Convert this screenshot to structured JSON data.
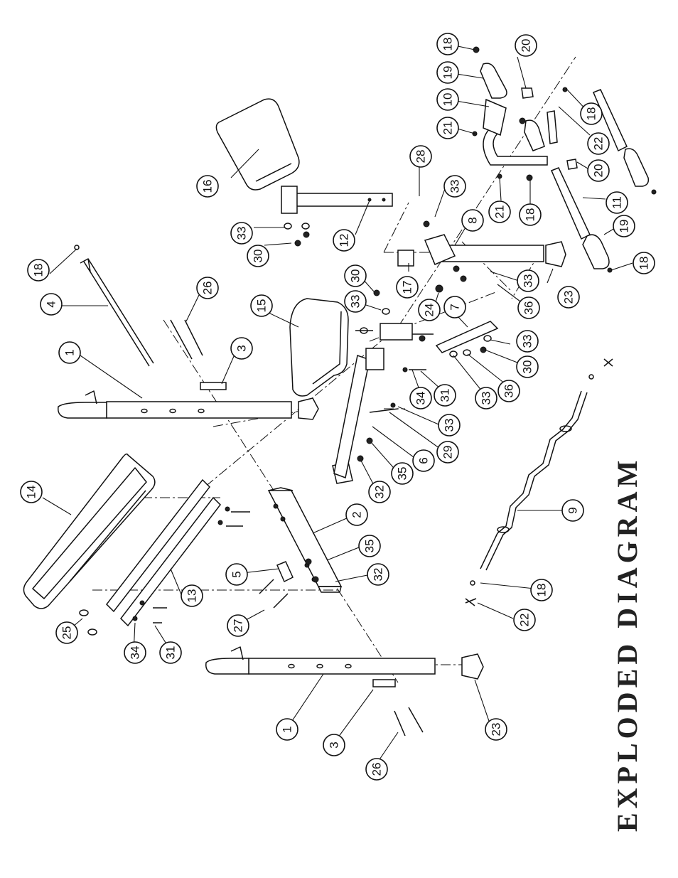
{
  "title": "EXPLODED DIAGRAM",
  "callouts": [
    "18",
    "20",
    "19",
    "10",
    "21",
    "18",
    "22",
    "20",
    "21",
    "18",
    "11",
    "19",
    "18",
    "16",
    "28",
    "33",
    "8",
    "12",
    "33",
    "30",
    "30",
    "33",
    "17",
    "24",
    "33",
    "36",
    "23",
    "18",
    "4",
    "26",
    "15",
    "7",
    "33",
    "30",
    "36",
    "33",
    "34",
    "31",
    "3",
    "1",
    "33",
    "29",
    "6",
    "35",
    "32",
    "14",
    "2",
    "35",
    "32",
    "9",
    "5",
    "13",
    "27",
    "18",
    "22",
    "25",
    "34",
    "31",
    "1",
    "23",
    "3",
    "26"
  ]
}
